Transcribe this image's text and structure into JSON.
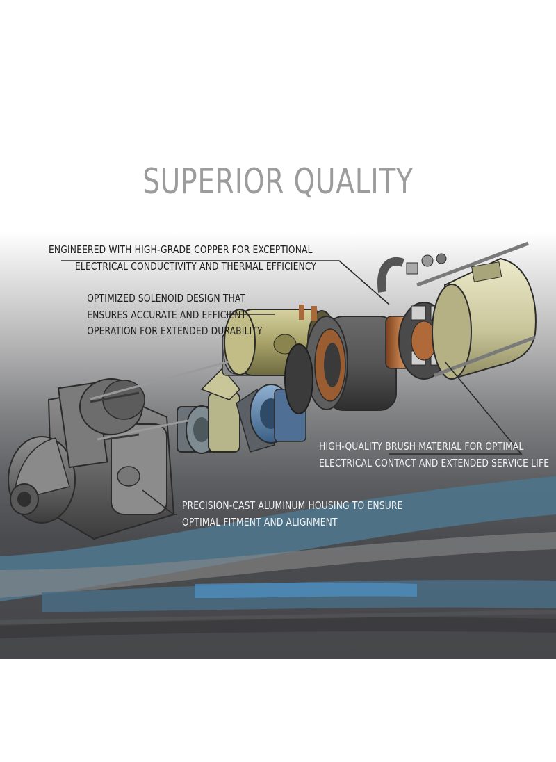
{
  "title": "SUPERIOR QUALITY",
  "callouts": {
    "copper": {
      "line1": "ENGINEERED WITH HIGH-GRADE COPPER FOR EXCEPTIONAL",
      "line2": "ELECTRICAL CONDUCTIVITY AND THERMAL EFFICIENCY"
    },
    "solenoid": {
      "line1": "OPTIMIZED SOLENOID DESIGN THAT",
      "line2": "ENSURES ACCURATE AND EFFICIENT",
      "line3": "OPERATION FOR EXTENDED DURABILITY"
    },
    "brush": {
      "line1": "HIGH-QUALITY BRUSH MATERIAL FOR OPTIMAL",
      "line2": "ELECTRICAL CONTACT AND EXTENDED SERVICE LIFE"
    },
    "housing": {
      "line1": "PRECISION-CAST ALUMINUM HOUSING TO ENSURE",
      "line2": "OPTIMAL FITMENT AND ALIGNMENT"
    }
  },
  "colors": {
    "title": "#9c9c9c",
    "accent_wave": "#4e7388",
    "copper": "#b06a3a",
    "solenoid": "#b7b27a"
  }
}
